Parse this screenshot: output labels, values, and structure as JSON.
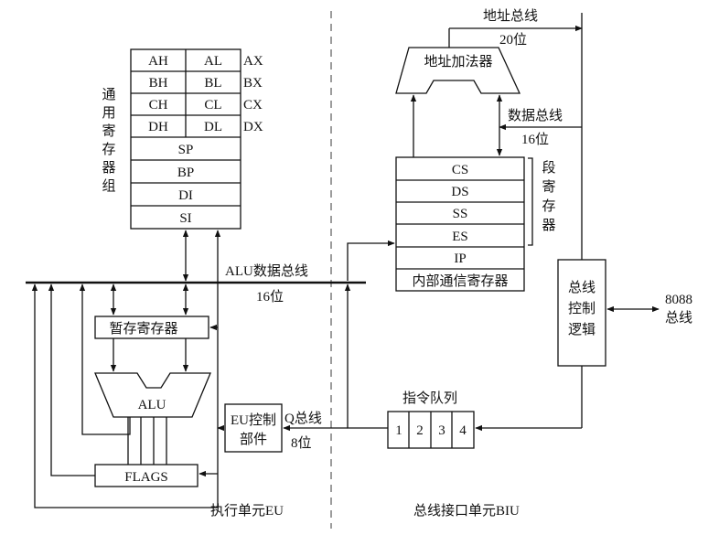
{
  "eu": {
    "reg_group_label": "通用寄存器组",
    "rows": [
      {
        "high": "AH",
        "low": "AL",
        "pair": "AX"
      },
      {
        "high": "BH",
        "low": "BL",
        "pair": "BX"
      },
      {
        "high": "CH",
        "low": "CL",
        "pair": "CX"
      },
      {
        "high": "DH",
        "low": "DL",
        "pair": "DX"
      }
    ],
    "pointer_regs": [
      "SP",
      "BP",
      "DI",
      "SI"
    ],
    "alu_bus_label": "ALU数据总线",
    "alu_bus_width": "16位",
    "temp_reg": "暂存寄存器",
    "alu": "ALU",
    "flags": "FLAGS",
    "eu_control": [
      "EU控制",
      "部件"
    ],
    "q_bus_label": "Q总线",
    "q_bus_width": "8位",
    "section_label": "执行单元EU"
  },
  "biu": {
    "addr_bus_label": "地址总线",
    "addr_bus_width": "20位",
    "addr_adder": "地址加法器",
    "data_bus_label": "数据总线",
    "data_bus_width": "16位",
    "seg_regs": [
      "CS",
      "DS",
      "SS",
      "ES"
    ],
    "ip": "IP",
    "internal_reg": "内部通信寄存器",
    "seg_label": "段寄存器",
    "bus_control": [
      "总线",
      "控制",
      "逻辑"
    ],
    "ext_bus": [
      "8088",
      "总线"
    ],
    "queue_label": "指令队列",
    "queue_cells": [
      "1",
      "2",
      "3",
      "4"
    ],
    "section_label": "总线接口单元BIU"
  }
}
